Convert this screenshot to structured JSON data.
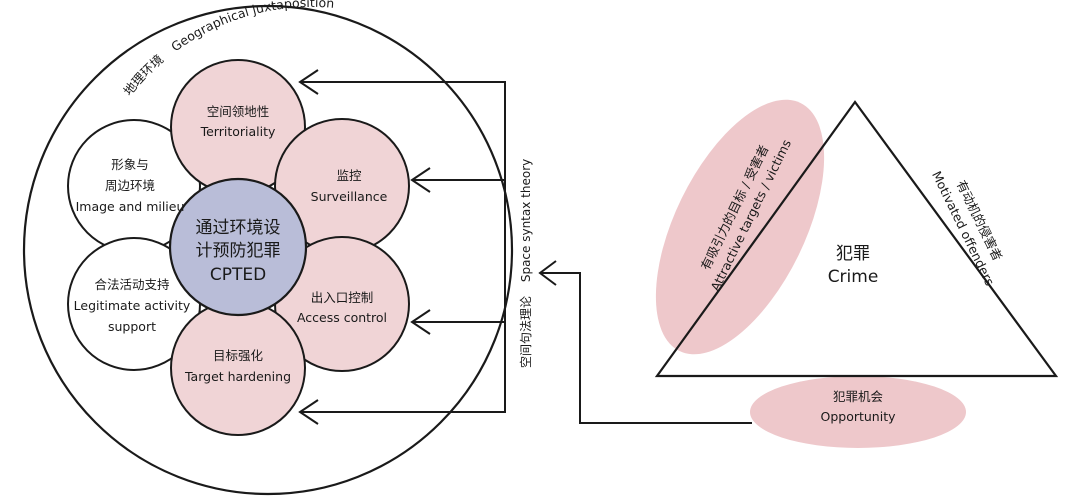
{
  "colors": {
    "pink_fill": "#f0d4d6",
    "pink_ellipse": "#eec8cb",
    "center_fill": "#b9bdd8",
    "stroke": "#1a1a1a"
  },
  "outer": {
    "label_zh": "地理环境",
    "label_en": "Geographical juxtaposition"
  },
  "petals": {
    "territoriality": {
      "zh": "空间领地性",
      "en": "Territoriality"
    },
    "surveillance": {
      "zh": "监控",
      "en": "Surveillance"
    },
    "access_control": {
      "zh": "出入口控制",
      "en": "Access control"
    },
    "target_hardening": {
      "zh": "目标强化",
      "en": "Target hardening"
    },
    "activity_support": {
      "zh": "合法活动支持",
      "en1": "Legitimate activity",
      "en2": "support"
    },
    "image_milieu": {
      "zh1": "形象与",
      "zh2": "周边环境",
      "en": "Image and milieu"
    }
  },
  "center": {
    "zh1": "通过环境设",
    "zh2": "计预防犯罪",
    "en": "CPTED"
  },
  "space_syntax": {
    "zh": "空间句法理论",
    "en": "Space syntax theory"
  },
  "triangle": {
    "center_zh": "犯罪",
    "center_en": "Crime",
    "left_zh": "有吸引力的目标 / 受害者",
    "left_en": "Attractive targets / victims",
    "right_zh": "有动机的侵害者",
    "right_en": "Motivated offenders",
    "bottom_zh": "犯罪机会",
    "bottom_en": "Opportunity"
  }
}
